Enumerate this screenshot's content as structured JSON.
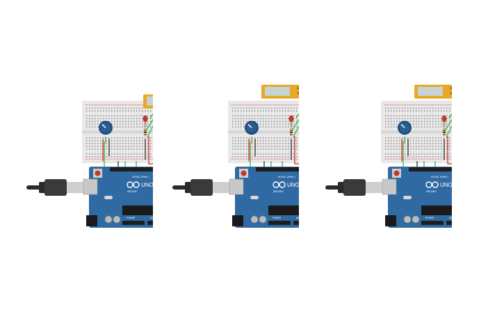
{
  "canvas": {
    "background": "#ffffff"
  },
  "board": {
    "logo_text": "UNO",
    "brand_text": "ARDUINO",
    "header_digital": "DIGITAL (PWM~)",
    "header_power": "POWER",
    "header_analog": "ANALOG IN",
    "color": "#2f6aa3"
  },
  "circuits": [
    {
      "name": "circuit-1",
      "led_color": "#c0392b"
    },
    {
      "name": "circuit-2",
      "led_color": "#c0392b"
    },
    {
      "name": "circuit-3",
      "led_color": "#c0392b"
    }
  ],
  "colors": {
    "breadboard": "#e8e8e8",
    "sensor_frame": "#e9a825",
    "sensor_window": "#c6d3d3",
    "pot": "#2b5d91",
    "wire_green": "#2eaa3a",
    "wire_red": "#d8231b",
    "wire_black": "#222222",
    "usb_plug": "#3a3a3a",
    "usb_metal": "#cfcfcf"
  }
}
